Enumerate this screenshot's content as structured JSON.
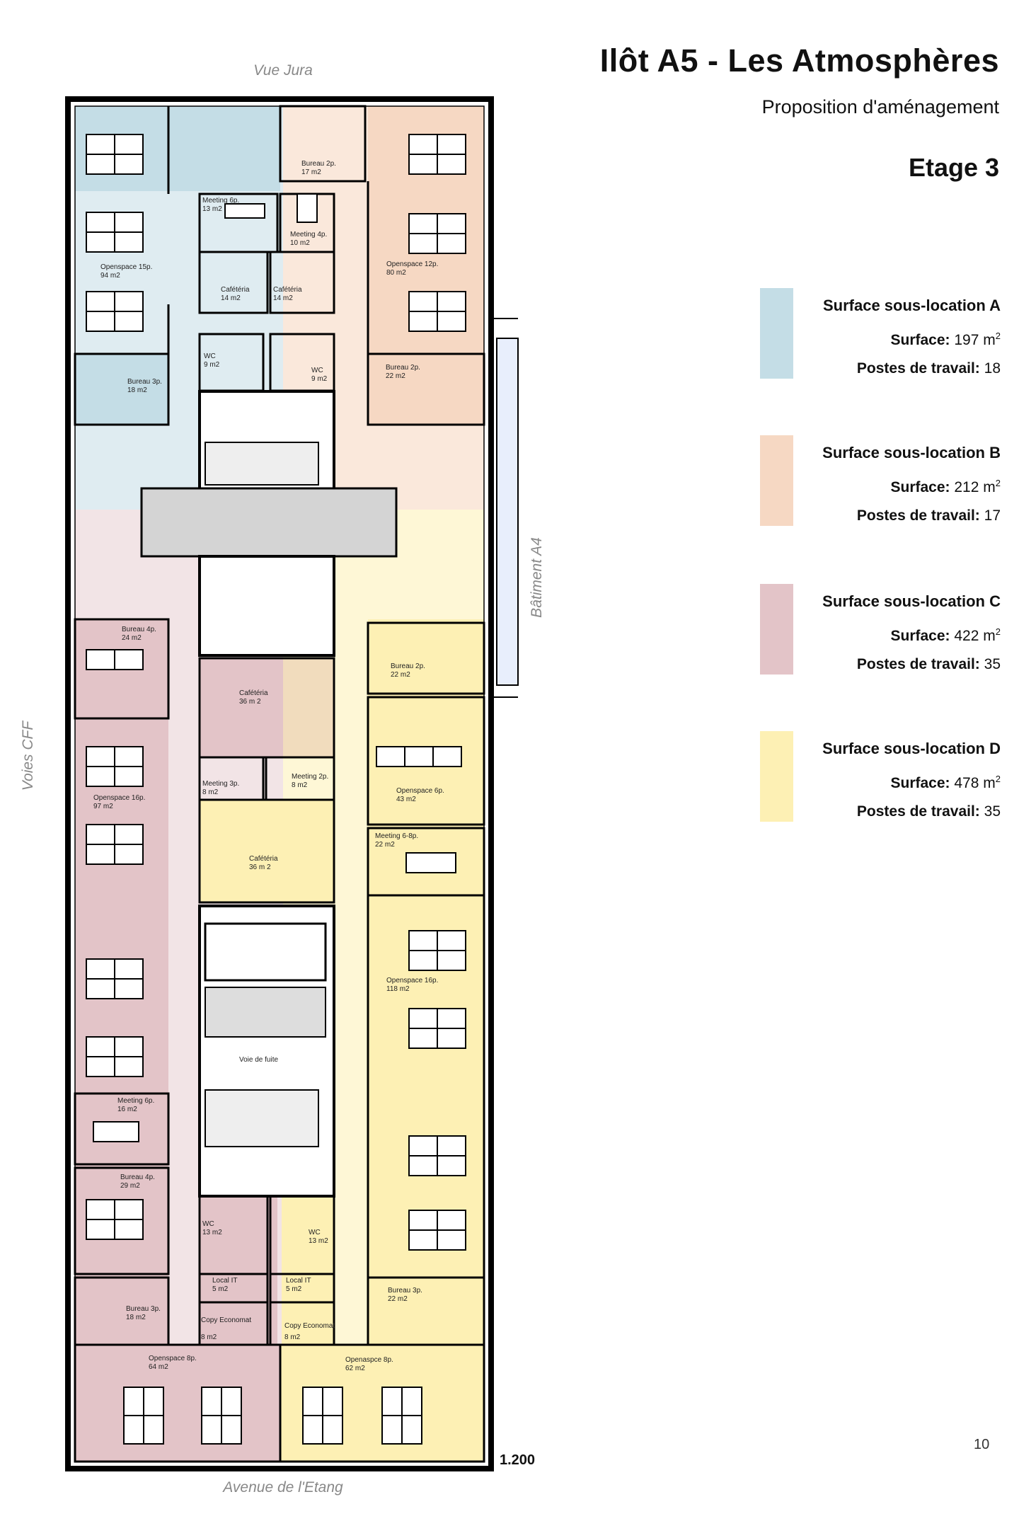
{
  "header": {
    "title": "Ilôt A5 - Les Atmosphères",
    "subtitle": "Proposition d'aménagement",
    "floor": "Etage 3"
  },
  "legend": [
    {
      "name": "Surface sous-location A",
      "surface_label": "Surface:",
      "surface_value": "197",
      "unit": "m",
      "unit_sup": "2",
      "posts_label": "Postes de travail:",
      "posts_value": "18",
      "color": "#c4dde6"
    },
    {
      "name": "Surface sous-location B",
      "surface_label": "Surface:",
      "surface_value": "212",
      "unit": "m",
      "unit_sup": "2",
      "posts_label": "Postes de travail:",
      "posts_value": "17",
      "color": "#f6d8c3"
    },
    {
      "name": "Surface sous-location C",
      "surface_label": "Surface:",
      "surface_value": "422",
      "unit": "m",
      "unit_sup": "2",
      "posts_label": "Postes de travail:",
      "posts_value": "35",
      "color": "#e3c4c8"
    },
    {
      "name": "Surface sous-location D",
      "surface_label": "Surface:",
      "surface_value": "478",
      "unit": "m",
      "unit_sup": "2",
      "posts_label": "Postes de travail:",
      "posts_value": "35",
      "color": "#fdf0b4"
    }
  ],
  "plan": {
    "north": "Vue Jura",
    "south": "Avenue de l'Etang",
    "west": "Voies CFF",
    "east": "Bâtiment A4",
    "scale": "1.200",
    "rooms": [
      {
        "name": "Openspace 15p.",
        "area": "94 m2"
      },
      {
        "name": "Bureau 2p.",
        "area": "17 m2"
      },
      {
        "name": "Meeting 6p.",
        "area": "13 m2"
      },
      {
        "name": "Meeting 4p.",
        "area": "10 m2"
      },
      {
        "name": "Openspace 12p.",
        "area": "80 m2"
      },
      {
        "name": "Cafétéria",
        "area": "14 m2"
      },
      {
        "name": "Cafétéria",
        "area": "14 m2"
      },
      {
        "name": "WC",
        "area": "9 m2"
      },
      {
        "name": "WC",
        "area": "9 m2"
      },
      {
        "name": "Bureau 3p.",
        "area": "18 m2"
      },
      {
        "name": "Bureau 2p.",
        "area": "22 m2"
      },
      {
        "name": "Bureau 4p.",
        "area": "24 m2"
      },
      {
        "name": "Bureau 2p.",
        "area": "22 m2"
      },
      {
        "name": "Cafétéria",
        "area": "36 m 2"
      },
      {
        "name": "Openspace 16p.",
        "area": "97 m2"
      },
      {
        "name": "Meeting 3p.",
        "area": "8 m2"
      },
      {
        "name": "Meeting 2p.",
        "area": "8 m2"
      },
      {
        "name": "Openspace 6p.",
        "area": "43 m2"
      },
      {
        "name": "Cafétéria",
        "area": "36 m 2"
      },
      {
        "name": "Meeting 6-8p.",
        "area": "22 m2"
      },
      {
        "name": "Openspace 16p.",
        "area": "118 m2"
      },
      {
        "name": "Voie de fuite",
        "area": ""
      },
      {
        "name": "Meeting 6p.",
        "area": "16 m2"
      },
      {
        "name": "Bureau 4p.",
        "area": "29 m2"
      },
      {
        "name": "WC",
        "area": "13 m2"
      },
      {
        "name": "WC",
        "area": "13 m2"
      },
      {
        "name": "Local IT",
        "area": "5 m2"
      },
      {
        "name": "Local IT",
        "area": "5 m2"
      },
      {
        "name": "Copy Economat",
        "area": "8 m2"
      },
      {
        "name": "Copy Economat",
        "area": "8 m2"
      },
      {
        "name": "Bureau 3p.",
        "area": "18 m2"
      },
      {
        "name": "Bureau 3p.",
        "area": "22 m2"
      },
      {
        "name": "Openspace 8p.",
        "area": "64 m2"
      },
      {
        "name": "Openaspce 8p.",
        "area": "62 m2"
      }
    ]
  },
  "page_number": "10"
}
